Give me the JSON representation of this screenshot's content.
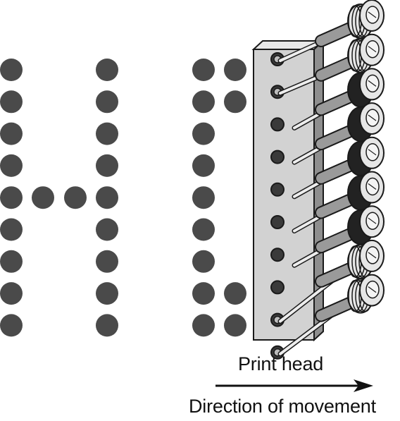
{
  "labels": {
    "print_head": "Print head",
    "direction": "Direction of movement"
  },
  "colors": {
    "dot": "#4a4a4a",
    "head_face": "#d2d2d2",
    "head_side": "#8e8e8e",
    "pin": "#9a9a9a",
    "solenoid_dark": "#222222",
    "solenoid_light": "#e6e6e6",
    "outline": "#1a1a1a"
  },
  "dot_matrix": {
    "rows": 9,
    "letter_h": [
      [
        1,
        0,
        0,
        1
      ],
      [
        1,
        0,
        0,
        1
      ],
      [
        1,
        0,
        0,
        1
      ],
      [
        1,
        0,
        0,
        1
      ],
      [
        1,
        1,
        1,
        1
      ],
      [
        1,
        0,
        0,
        1
      ],
      [
        1,
        0,
        0,
        1
      ],
      [
        1,
        0,
        0,
        1
      ],
      [
        1,
        0,
        0,
        1
      ]
    ],
    "partial_letter": [
      [
        1,
        1
      ],
      [
        1,
        1
      ],
      [
        1,
        0
      ],
      [
        1,
        0
      ],
      [
        1,
        0
      ],
      [
        1,
        0
      ],
      [
        1,
        0
      ],
      [
        1,
        1
      ],
      [
        1,
        1
      ]
    ]
  },
  "print_head": {
    "pin_extended": [
      true,
      true,
      false,
      false,
      false,
      false,
      false,
      false,
      true,
      true
    ],
    "solenoid_style": [
      "light",
      "light",
      "dark",
      "dark",
      "dark",
      "dark",
      "dark",
      "light",
      "light"
    ]
  }
}
